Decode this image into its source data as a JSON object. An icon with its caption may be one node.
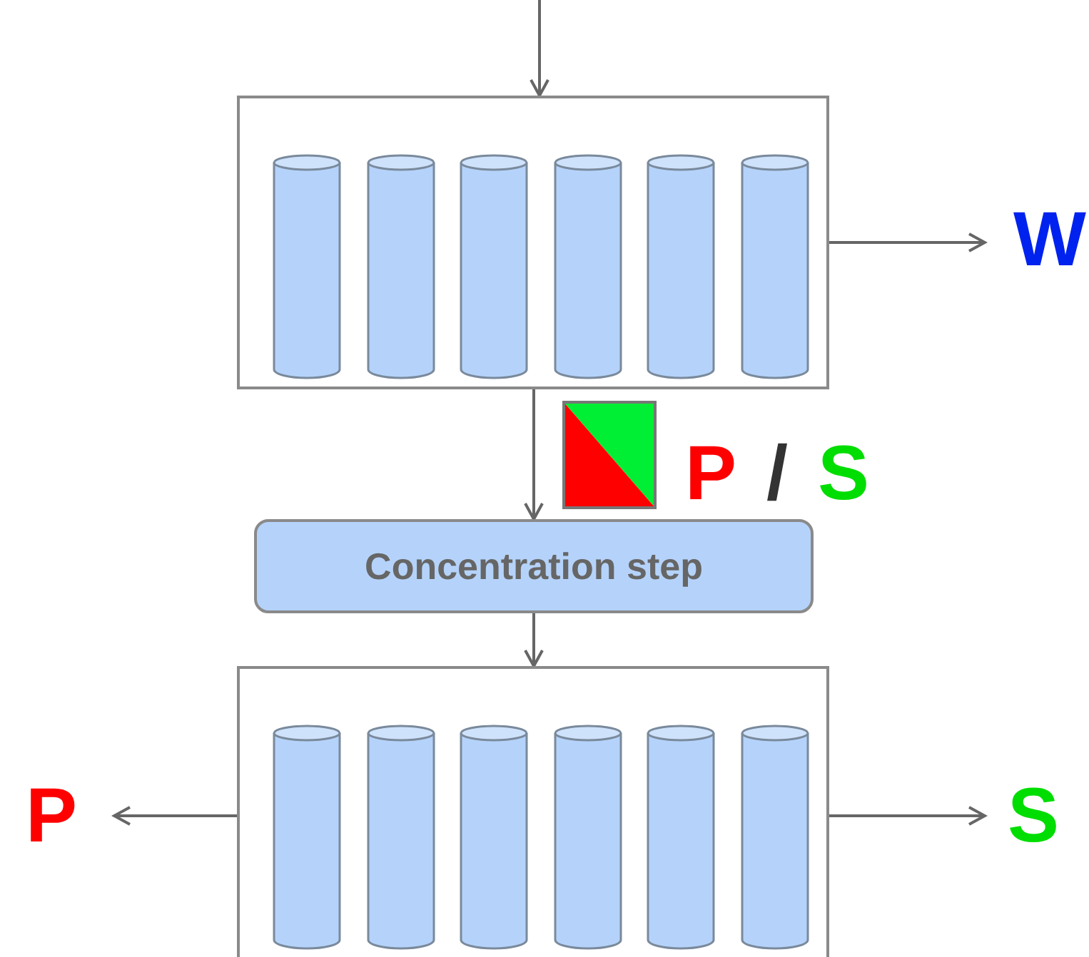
{
  "diagram": {
    "nodes": [
      {
        "text": [],
        "shape": "box"
      },
      {
        "text": [],
        "shape": "cylinder",
        "in": 0
      },
      {
        "text": [],
        "shape": "cylinder",
        "in": 0
      },
      {
        "text": [],
        "shape": "cylinder",
        "in": 0
      },
      {
        "text": [],
        "shape": "cylinder",
        "in": 0
      },
      {
        "text": [],
        "shape": "cylinder",
        "in": 0
      },
      {
        "text": [],
        "shape": "cylinder",
        "in": 0
      },
      {
        "text": [
          "W"
        ]
      },
      {
        "text": [
          "Concentration step"
        ]
      },
      {
        "text": [],
        "shape": "box"
      },
      {
        "text": [],
        "shape": "cylinder",
        "in": 9
      },
      {
        "text": [],
        "shape": "cylinder",
        "in": 9
      },
      {
        "text": [],
        "shape": "cylinder",
        "in": 9
      },
      {
        "text": [],
        "shape": "cylinder",
        "in": 9
      },
      {
        "text": [],
        "shape": "cylinder",
        "in": 9
      },
      {
        "text": [],
        "shape": "cylinder",
        "in": 9
      },
      {
        "text": [
          "P"
        ]
      },
      {
        "text": [
          "S"
        ]
      }
    ],
    "edges": [
      {
        "from": null,
        "to": 0,
        "arrow": "to"
      },
      {
        "from": 0,
        "to": 7,
        "arrow": "to"
      },
      {
        "from": 0,
        "to": 8,
        "arrow": "to"
      },
      {
        "from": 8,
        "to": 9,
        "arrow": "to"
      },
      {
        "from": 9,
        "to": 16,
        "arrow": "to"
      },
      {
        "from": 9,
        "to": 17,
        "arrow": "to"
      }
    ],
    "labels": [
      "P",
      "/",
      "S"
    ]
  }
}
